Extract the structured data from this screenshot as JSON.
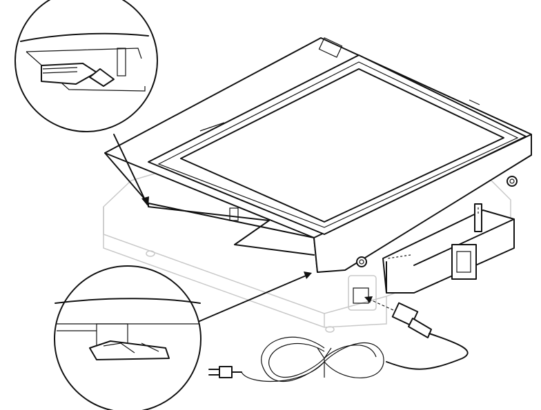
{
  "diagram": {
    "colors": {
      "line": "#111111",
      "ghost_base": "#c8c8c8",
      "background": "#ffffff"
    },
    "parts": [
      "device-lid",
      "device-base",
      "detail-callout-top",
      "detail-callout-bottom",
      "side-bracket",
      "power-cord",
      "power-plug",
      "connector-arrow"
    ]
  }
}
